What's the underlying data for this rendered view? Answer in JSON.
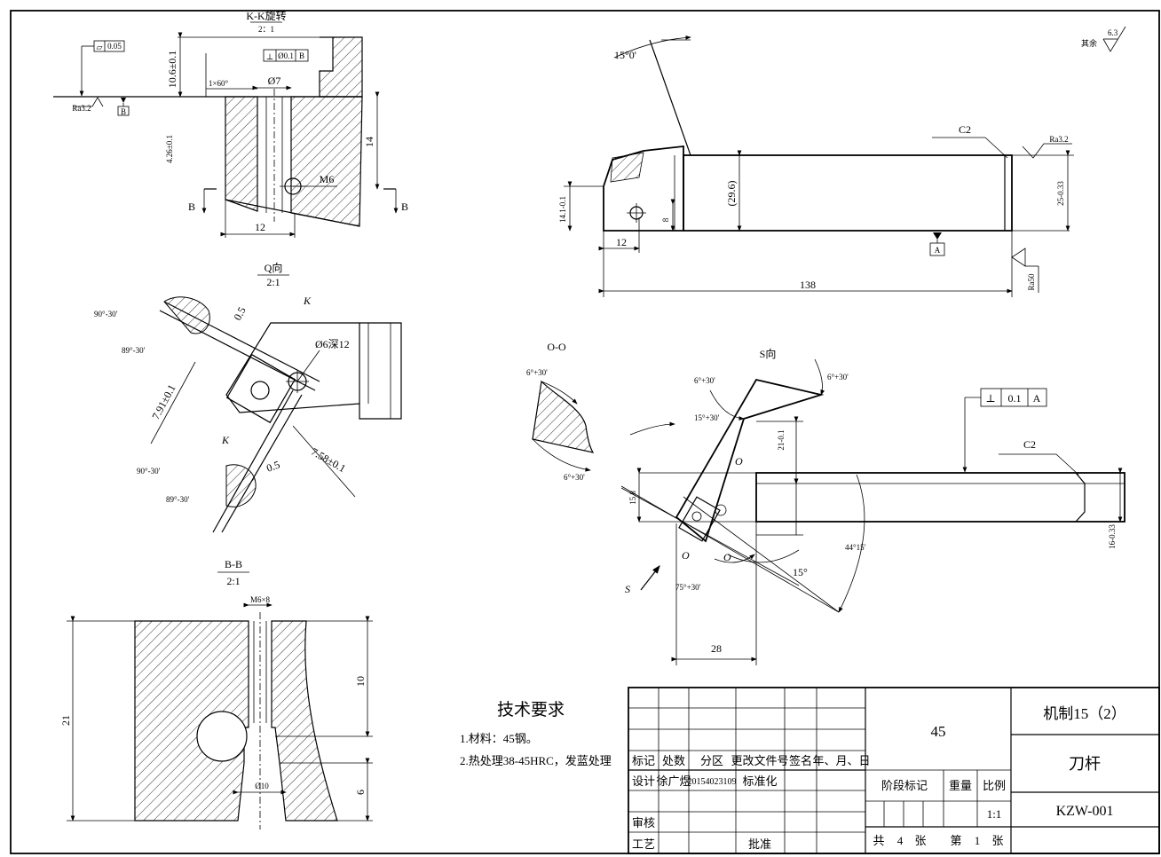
{
  "views": {
    "kk": {
      "title": "K-K旋转",
      "scale": "2：1",
      "dims": [
        "10.6±0.1",
        "Ø7",
        "1×60°",
        "14",
        "M6",
        "12",
        "4.26±0.1"
      ],
      "section_labels": [
        "B",
        "B"
      ],
      "flatness_value": "0.05",
      "perp_value": "Ø0.1",
      "perp_datum": "B",
      "ra_value": "Ra3.2",
      "datum_letter": "B"
    },
    "q": {
      "title": "Q向",
      "scale": "2:1",
      "dims": [
        "0.5",
        "0.5",
        "7.91±0.1",
        "7.58±0.1",
        "Ø6深12"
      ],
      "angles": [
        "90°-30'",
        "89°-30'",
        "90°-30'",
        "89°-30'"
      ],
      "section_labels": [
        "K",
        "K"
      ]
    },
    "bb": {
      "title": "B-B",
      "scale": "2:1",
      "dims": [
        "M6×8",
        "10",
        "21",
        "6",
        "Ø10"
      ]
    },
    "front": {
      "dims": [
        "15°0'",
        "C2",
        "Ra3.2",
        "(29.6)",
        "25-0.33",
        "14.1-0.1",
        "12",
        "8",
        "138",
        "Ra50"
      ],
      "datum": "A"
    },
    "oo": {
      "title": "O-O",
      "angles": [
        "6°+30'",
        "6°+30'"
      ]
    },
    "s": {
      "title": "S向",
      "angles": [
        "6°+30'",
        "6°+30'",
        "15°+30'",
        "44°15'",
        "15°",
        "75°+30'"
      ],
      "dims": [
        "21-0.1",
        "15.8",
        "16-0.33",
        "28",
        "C2"
      ],
      "letters": [
        "O",
        "O",
        "O"
      ],
      "arrow_label": "S",
      "fcf": {
        "symbol": "⊥",
        "value": "0.1",
        "datum": "A"
      }
    }
  },
  "surface_note": {
    "label": "其余",
    "value": "6.3"
  },
  "tech_req": {
    "title": "技术要求",
    "items": [
      "1.材料：45钢。",
      "2.热处理38-45HRC，发蓝处理"
    ]
  },
  "title_block": {
    "material": "45",
    "company": "机制15（2）",
    "part_name": "刀杆",
    "drawing_no": "KZW-001",
    "rev_headers": [
      "标记",
      "处数",
      "分区",
      "更改文件号",
      "签名",
      "年、月、日"
    ],
    "design_label": "设计",
    "designer": "徐广煜",
    "design_no": "20154023109",
    "standardize": "标准化",
    "stage_label": "阶段标记",
    "weight_label": "重量",
    "scale_label": "比例",
    "scale_value": "1:1",
    "review": "审核",
    "process": "工艺",
    "approve": "批准",
    "sheets": {
      "total_prefix": "共",
      "total": "4",
      "total_suffix": "张",
      "this_prefix": "第",
      "this": "1",
      "this_suffix": "张"
    }
  }
}
